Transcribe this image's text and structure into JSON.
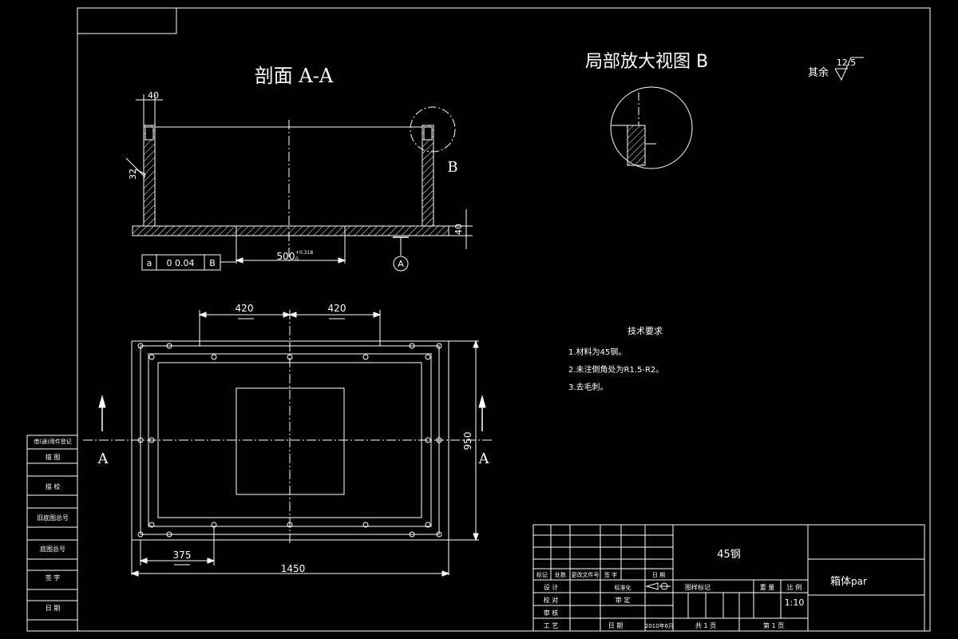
{
  "views": {
    "section_title": "剖面 A-A",
    "detail_title": "局部放大视图 B",
    "detail_label": "B",
    "section_marker": "A"
  },
  "roughness": {
    "label": "其余",
    "value": "12.5",
    "side_value": "32"
  },
  "dimensions": {
    "flange_width": "40",
    "plate_thickness": "40",
    "length_500": "500",
    "tol_upper": "+0.318",
    "tol_lower": "0",
    "half_width_left": "420",
    "half_width_right": "420",
    "height_950": "950",
    "offset_375": "375",
    "overall_1450": "1450"
  },
  "tolerance_frame": {
    "symbol": "a",
    "value": "0  0.04",
    "datum": "B"
  },
  "tech_requirements": {
    "title": "技术要求",
    "items": [
      "1.材料为45钢。",
      "2.未注倒角处为R1.5-R2。",
      "3.去毛刺。"
    ]
  },
  "side_table": {
    "rows": [
      "借(通)用件登记",
      "描    图",
      "描    校",
      "旧底图总号",
      "底图总号",
      "签    字",
      "日    期"
    ]
  },
  "title_block": {
    "material": "45钢",
    "part_name": "箱体",
    "part_suffix": "par",
    "col_headers": [
      "标记",
      "处数",
      "更改文件号",
      "签  字",
      "日  期"
    ],
    "design": "设 计",
    "standardize": "标准化",
    "check": "校 对",
    "review": "审 核",
    "approve": "审 定",
    "process": "工 艺",
    "date_label": "日 期",
    "date_value": "2010年6月",
    "stage_mark": "图样标记",
    "weight": "重 量",
    "scale_label": "比 例",
    "scale_value": "1:10",
    "total_sheets": "共  1  页",
    "sheet_no": "第  1  页"
  }
}
